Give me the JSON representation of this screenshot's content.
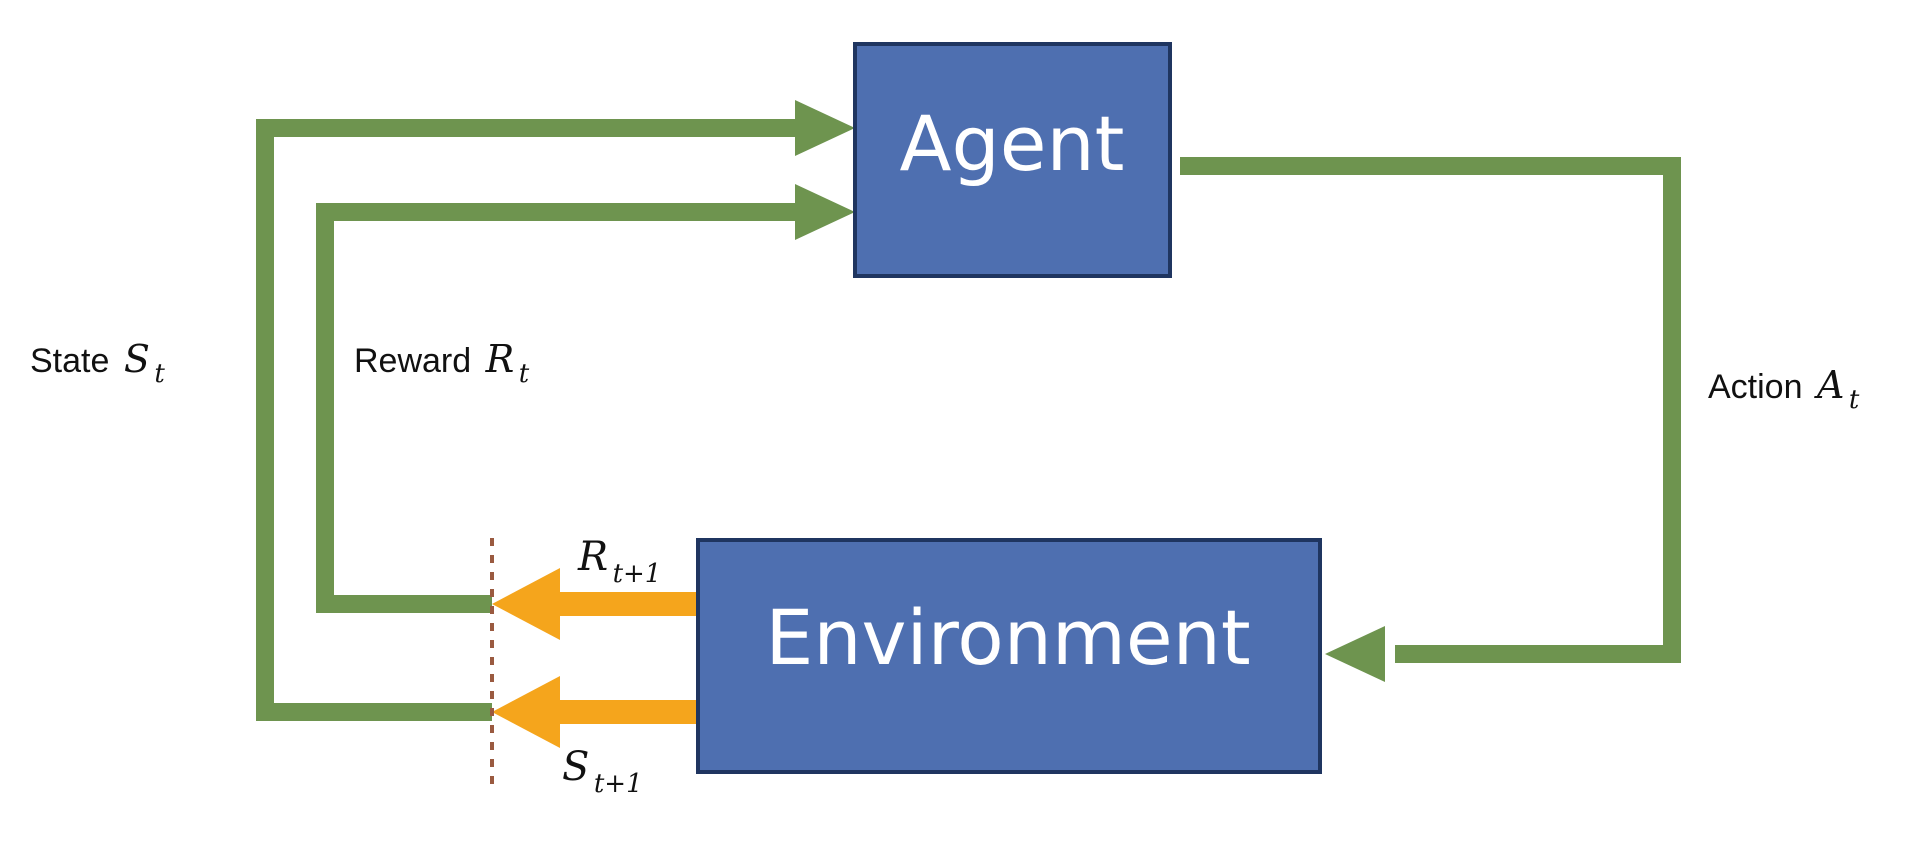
{
  "agent": {
    "label": "Agent"
  },
  "environment": {
    "label": "Environment"
  },
  "state": {
    "text": "State",
    "symbol": "S",
    "subscript": "t"
  },
  "reward": {
    "text": "Reward",
    "symbol": "R",
    "subscript": "t"
  },
  "action": {
    "text": "Action",
    "symbol": "A",
    "subscript": "t"
  },
  "next_reward": {
    "symbol": "R",
    "subscript": "t+1"
  },
  "next_state": {
    "symbol": "S",
    "subscript": "t+1"
  },
  "colors": {
    "box_fill": "#4e6fb0",
    "box_border": "#1f3560",
    "flow_green": "#6e944f",
    "flow_orange": "#f5a51c",
    "divider": "#9a5a40"
  }
}
